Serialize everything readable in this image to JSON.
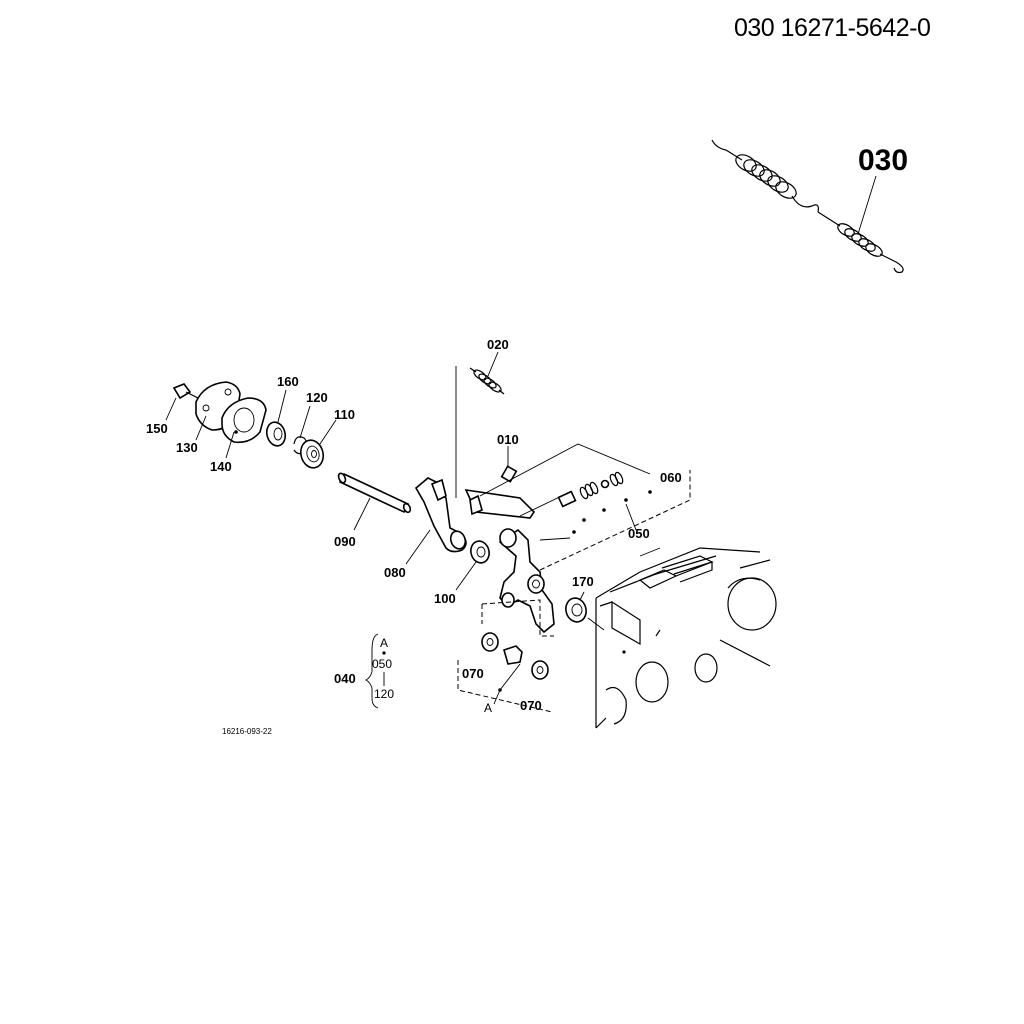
{
  "page_ref": "030 16271-5642-0",
  "drawing_number": "16216-093-22",
  "callouts": {
    "inset_030": "030",
    "c020": "020",
    "c010": "010",
    "c060": "060",
    "c050": "050",
    "c160": "160",
    "c120": "120",
    "c110": "110",
    "c150": "150",
    "c130": "130",
    "c140": "140",
    "c090": "090",
    "c080": "080",
    "c100": "100",
    "c170": "170",
    "c070a": "070",
    "c070b": "070",
    "c040": "040"
  },
  "set_040": {
    "marker": "A",
    "item1": "050",
    "item2": "120"
  },
  "ref_marker_a": "A"
}
